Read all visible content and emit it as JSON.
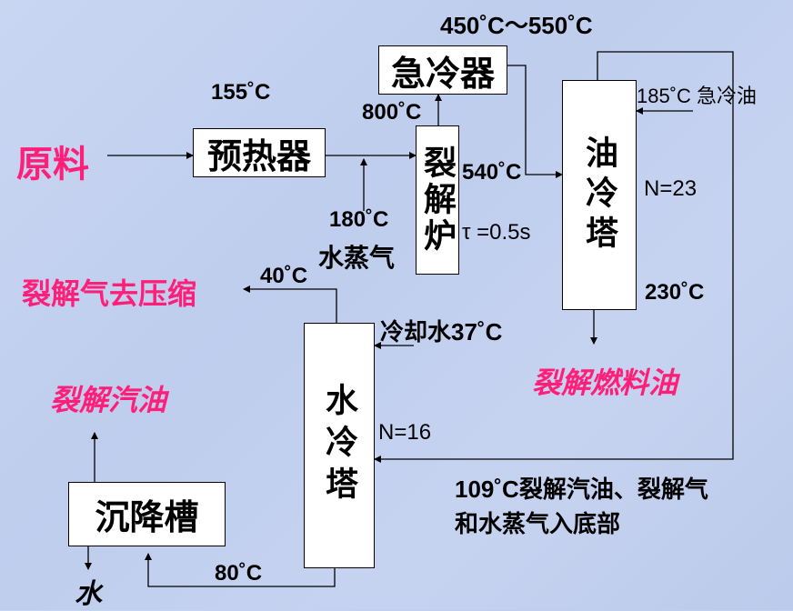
{
  "boxes": {
    "quench": "急冷器",
    "preheater": "预热器",
    "furnace": "裂解炉",
    "oil_tower": "油冷塔",
    "water_tower": "水冷塔",
    "settler": "沉降槽"
  },
  "labels": {
    "feed": "原料",
    "temp_155": "155˚C",
    "temp_450_550": "450˚C～550˚C",
    "temp_800": "800˚C",
    "temp_540": "540˚C",
    "steam_temp": "180˚C",
    "steam": "水蒸气",
    "residence_time": "τ =0.5s",
    "quench_oil": "185˚C 急冷油",
    "n23": "N=23",
    "temp_230": "230˚C",
    "cracked_fuel_oil": "裂解燃料油",
    "temp_40": "40˚C",
    "gas_to_compress": "裂解气去压缩",
    "cooling_water": "冷却水37˚C",
    "cracked_gasoline": "裂解汽油",
    "n16": "N=16",
    "bottom_feed_line1": "109˚C裂解汽油、裂解气",
    "bottom_feed_line2": "和水蒸气入底部",
    "temp_80": "80˚C",
    "water": "水"
  },
  "colors": {
    "highlight": "#ff1e78",
    "background": "#c6d3f0"
  }
}
